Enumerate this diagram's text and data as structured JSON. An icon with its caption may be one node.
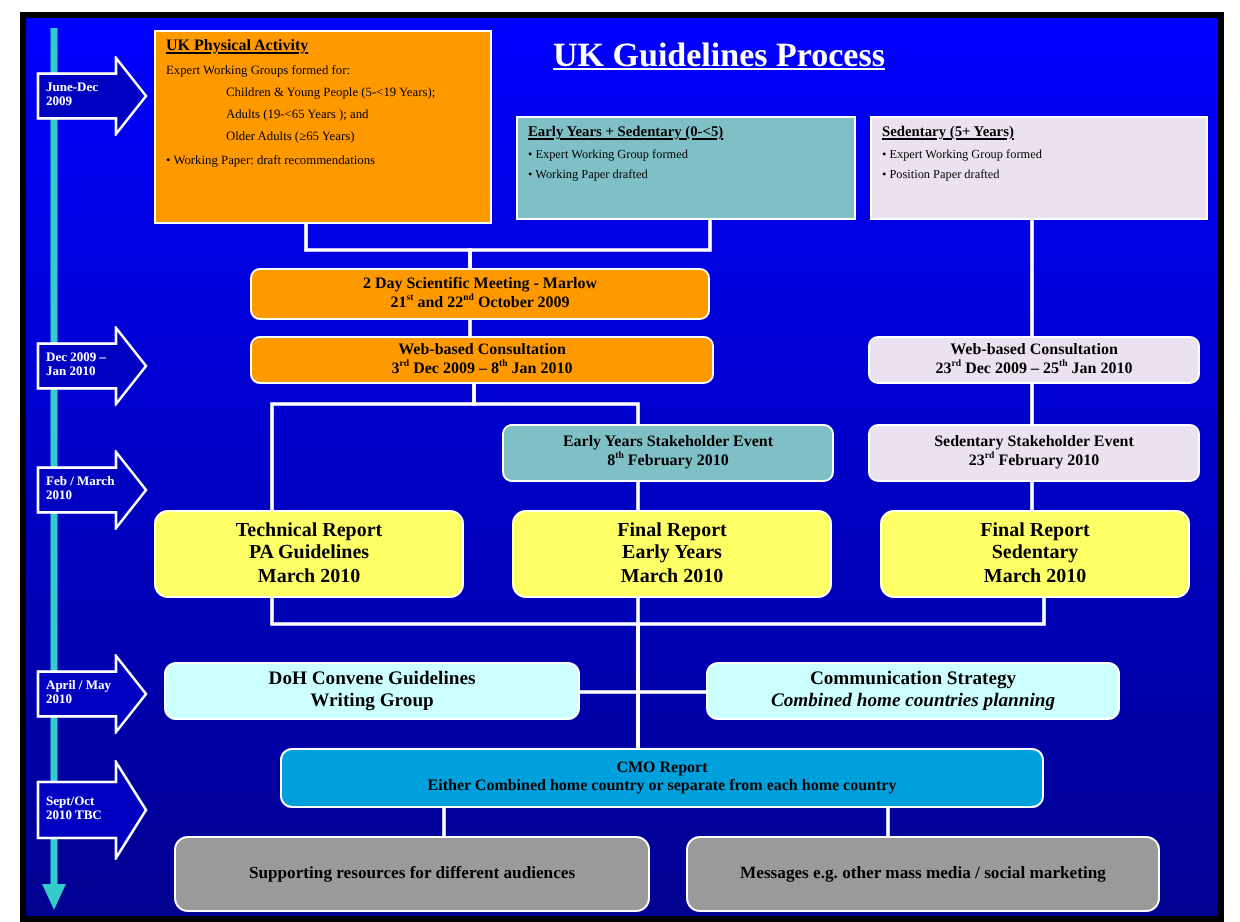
{
  "diagram": {
    "title": "UK Guidelines Process",
    "nodes": [
      {
        "text": [
          "UK Physical Activity",
          "Expert Working Groups formed for:",
          "Children & Young People (5-<19 Years);",
          "Adults (19-<65 Years ); and",
          "Older Adults (≥65 Years)",
          "• Working Paper: draft recommendations"
        ]
      },
      {
        "text": [
          "Early Years + Sedentary (0-<5)",
          "• Expert Working Group formed",
          "• Working Paper drafted"
        ]
      },
      {
        "text": [
          "Sedentary (5+ Years)",
          "• Expert Working Group formed",
          "• Position Paper drafted"
        ]
      },
      {
        "text": [
          "2 Day Scientific Meeting - Marlow",
          "21$^{st}$ and 22$^{nd}$ October 2009"
        ]
      },
      {
        "text": [
          "Web-based Consultation",
          "3$^{rd}$ Dec 2009 – 8$^{th}$ Jan 2010"
        ]
      },
      {
        "text": [
          "Web-based Consultation",
          "23$^{rd}$ Dec 2009 – 25$^{th}$ Jan 2010"
        ]
      },
      {
        "text": [
          "Early Years Stakeholder Event",
          "8$^{th}$ February 2010"
        ]
      },
      {
        "text": [
          "Sedentary Stakeholder Event",
          "23$^{rd}$ February 2010"
        ]
      },
      {
        "text": [
          "Technical Report",
          "PA Guidelines",
          "March 2010"
        ]
      },
      {
        "text": [
          "Final Report",
          "Early Years",
          "March 2010"
        ]
      },
      {
        "text": [
          "Final Report",
          "Sedentary",
          "March 2010"
        ]
      },
      {
        "text": [
          "DoH Convene Guidelines Writing Group"
        ]
      },
      {
        "text": [
          "Communication Strategy",
          "Combined home countries planning"
        ]
      },
      {
        "text": [
          "CMO Report",
          "Either Combined home country or separate from each home country"
        ]
      },
      {
        "text": [
          "Supporting resources for different audiences"
        ]
      },
      {
        "text": [
          "Messages e.g. other mass media / social marketing"
        ]
      },
      {
        "text": [
          "June-Dec 2009"
        ]
      },
      {
        "text": [
          "Dec 2009 – Jan 2010"
        ]
      },
      {
        "text": [
          "Feb / March 2010"
        ]
      },
      {
        "text": [
          "April / May 2010"
        ]
      },
      {
        "text": [
          "Sept/Oct 2010 TBC"
        ]
      }
    ],
    "edges": [
      {
        "from": 0,
        "to": 3,
        "arrow": "none"
      },
      {
        "from": 1,
        "to": 3,
        "arrow": "none"
      },
      {
        "from": 3,
        "to": 4,
        "arrow": "none"
      },
      {
        "from": 2,
        "to": 5,
        "arrow": "none"
      },
      {
        "from": 5,
        "to": 7,
        "arrow": "none"
      },
      {
        "from": 7,
        "to": 10,
        "arrow": "none"
      },
      {
        "from": 4,
        "to": 8,
        "arrow": "none"
      },
      {
        "from": 4,
        "to": 6,
        "arrow": "none"
      },
      {
        "from": 6,
        "to": 9,
        "arrow": "none"
      },
      {
        "from": 8,
        "to": 13,
        "arrow": "none"
      },
      {
        "from": 9,
        "to": 13,
        "arrow": "none"
      },
      {
        "from": 10,
        "to": 13,
        "arrow": "none"
      },
      {
        "from": 11,
        "to": 12,
        "arrow": "none"
      },
      {
        "from": 13,
        "to": 14,
        "arrow": "none"
      },
      {
        "from": 13,
        "to": 15,
        "arrow": "none"
      }
    ]
  }
}
